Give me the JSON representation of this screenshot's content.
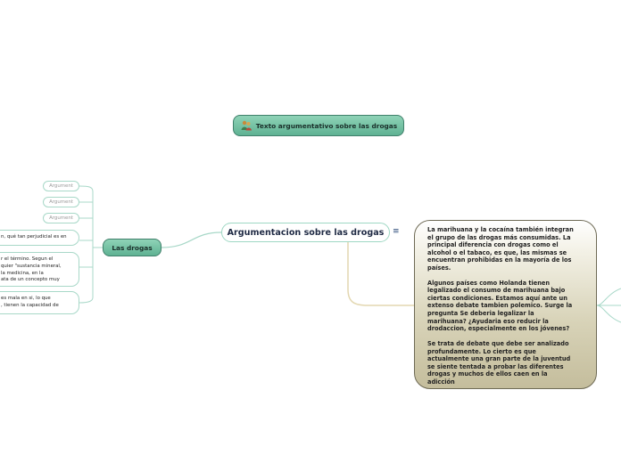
{
  "map": {
    "top_topic": {
      "label": "Texto argumentativo sobre las drogas",
      "icon": "people-icon"
    },
    "central_topic": {
      "label": "Argumentacion sobre las drogas",
      "menu_icon": "≡"
    },
    "main_topic": {
      "label": "Las drogas"
    },
    "argument_placeholders": [
      "Argument",
      "Argument",
      "Argument"
    ],
    "left_leaves": [
      [
        "n, qué tan perjudicial es en"
      ],
      [
        "r el término. Segun el",
        "quier \"sustancia mineral,",
        "la medicina, en la",
        "ata de un concepto muy"
      ],
      [
        "es mala en si, lo que",
        ", tienen la capacidad de"
      ]
    ],
    "text_bubble": {
      "paragraphs": [
        [
          "La marihuana y la cocaína también integran",
          "el grupo de las drogas más consumidas. La",
          "principal diferencia con drogas como el",
          "alcohol o el tabaco, es que, las mismas se",
          "encuentran prohibidas en la mayoría de los",
          "países."
        ],
        [
          "Algunos países como Holanda tienen",
          "legalizado el consumo de marihuana bajo",
          "ciertas condiciones. Estamos aquí ante un",
          "extenso debate tambien polemico. Surge la",
          "pregunta  Se deberia legalizar la",
          "marihuana? ¿Ayudaria eso reducir la",
          "drodaccion, especialmente en los jóvenes?"
        ],
        [
          "Se trata de debate que debe ser analizado",
          "profundamente. Lo cierto es que",
          "actualmente una gran parte de la juventud",
          "se siente tentada a probar las diferentes",
          "drogas y muchos de ellos caen en la",
          "adicción"
        ]
      ]
    },
    "colors": {
      "topic_fill": "#6fc2a4",
      "link_green": "#a8d8c8",
      "link_tan": "#e3d7b0",
      "bubble_fill": "#d8d3b8",
      "central_text": "#1f2a44"
    }
  }
}
